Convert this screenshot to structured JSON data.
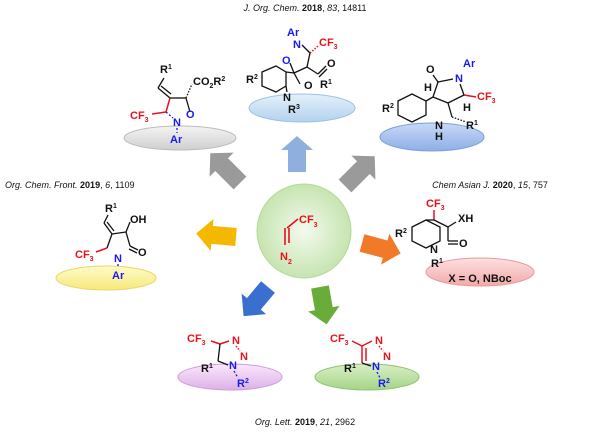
{
  "references": {
    "top": {
      "journal": "J. Org. Chem.",
      "year": "2018",
      "volume": "83",
      "pages": "14811"
    },
    "left": {
      "journal": "Org. Chem. Front.",
      "year": "2019",
      "volume": "6",
      "pages": "1109"
    },
    "right": {
      "journal": "Chem Asian J.",
      "year": "2020",
      "volume": "15",
      "pages": "757"
    },
    "bottom": {
      "journal": "Org. Lett.",
      "year": "2019",
      "volume": "21",
      "pages": "2962"
    }
  },
  "center": {
    "cf3": "CF",
    "cf3_sub": "3",
    "n2": "N",
    "n2_sub": "2"
  },
  "products": {
    "isoxazolidine": {
      "r1": "R",
      "r1_sup": "1",
      "ester": "CO",
      "ester_sub": "2",
      "ester_r": "R",
      "ester_sup": "2",
      "cf3": "CF",
      "cf3_sub": "3",
      "n": "N",
      "o": "O",
      "ar": "Ar"
    },
    "spirooxindole": {
      "ar": "Ar",
      "n": "N",
      "o": "O",
      "cf3": "CF",
      "cf3_sub": "3",
      "carbonyl_o": "O",
      "r1": "R",
      "r1_sup": "1",
      "r2": "R",
      "r2_sup": "2",
      "n_lactam": "N",
      "lactam_o": "O",
      "r3": "R",
      "r3_sup": "3"
    },
    "pyrroloquinoline": {
      "o": "O",
      "n": "N",
      "ar": "Ar",
      "cf3": "CF",
      "cf3_sub": "3",
      "h1": "H",
      "h2": "H",
      "r2": "R",
      "r2_sup": "2",
      "nh_n": "N",
      "nh_h": "H",
      "r1": "R",
      "r1_sup": "1"
    },
    "pyrrolidinone": {
      "r1": "R",
      "r1_sup": "1",
      "oh": "OH",
      "cf3": "CF",
      "cf3_sub": "3",
      "n": "N",
      "o": "O",
      "ar": "Ar"
    },
    "quinolinone": {
      "cf3": "CF",
      "cf3_sub": "3",
      "xh": "XH",
      "r2": "R",
      "r2_sup": "2",
      "n": "N",
      "o": "O",
      "r1": "R",
      "r1_sup": "1",
      "condition": "X = O, NBoc"
    },
    "triazoline": {
      "cf3": "CF",
      "cf3_sub": "3",
      "n1": "N",
      "n2": "N",
      "n3": "N",
      "r1": "R",
      "r1_sup": "1",
      "r2": "R",
      "r2_sup": "2"
    },
    "triazole": {
      "cf3": "CF",
      "cf3_sub": "3",
      "n1": "N",
      "n2": "N",
      "n3": "N",
      "r1": "R",
      "r1_sup": "1",
      "r2": "R",
      "r2_sup": "2"
    }
  },
  "colors": {
    "cf3_red": "#e8121b",
    "nitrogen_blue": "#1a1aee",
    "arrow_gray": "#9a9a9a",
    "arrow_lightblue": "#8fb0df",
    "arrow_yellow": "#f5b800",
    "arrow_orange": "#f07a28",
    "arrow_blue": "#3a6fd0",
    "arrow_green": "#6aac3a",
    "pad_gray": "#e4e4e4",
    "pad_lightblue": "#cfe4f5",
    "pad_blue": "#a9c4ef",
    "pad_yellow": "#fbf5a8",
    "pad_pink": "#f9c9c9",
    "pad_purple": "#f2d3f6",
    "pad_green": "#c3e3a9",
    "center_green": "#d4ebc4"
  }
}
